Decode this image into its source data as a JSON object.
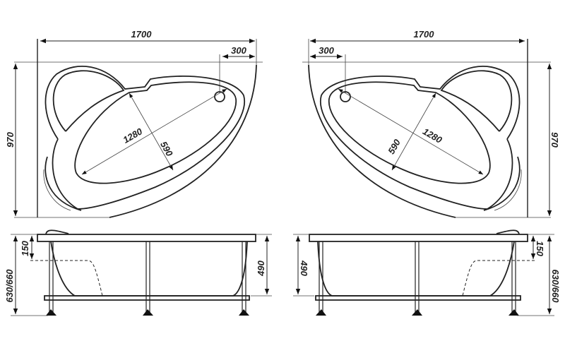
{
  "title": "Corner bathtub dimension drawing",
  "colors": {
    "line": "#222222",
    "background": "#ffffff"
  },
  "left_view": {
    "top": {
      "length": "1700",
      "drain_offset": "300",
      "width": "970",
      "bowl_length": "1280",
      "bowl_width": "590"
    },
    "side": {
      "seat_depth": "150",
      "total_height": "630/660",
      "tub_height": "490"
    }
  },
  "right_view": {
    "top": {
      "length": "1700",
      "drain_offset": "300",
      "width": "970",
      "bowl_length": "1280",
      "bowl_width": "590"
    },
    "side": {
      "seat_depth": "150",
      "total_height": "630/660",
      "tub_height": "490"
    }
  }
}
